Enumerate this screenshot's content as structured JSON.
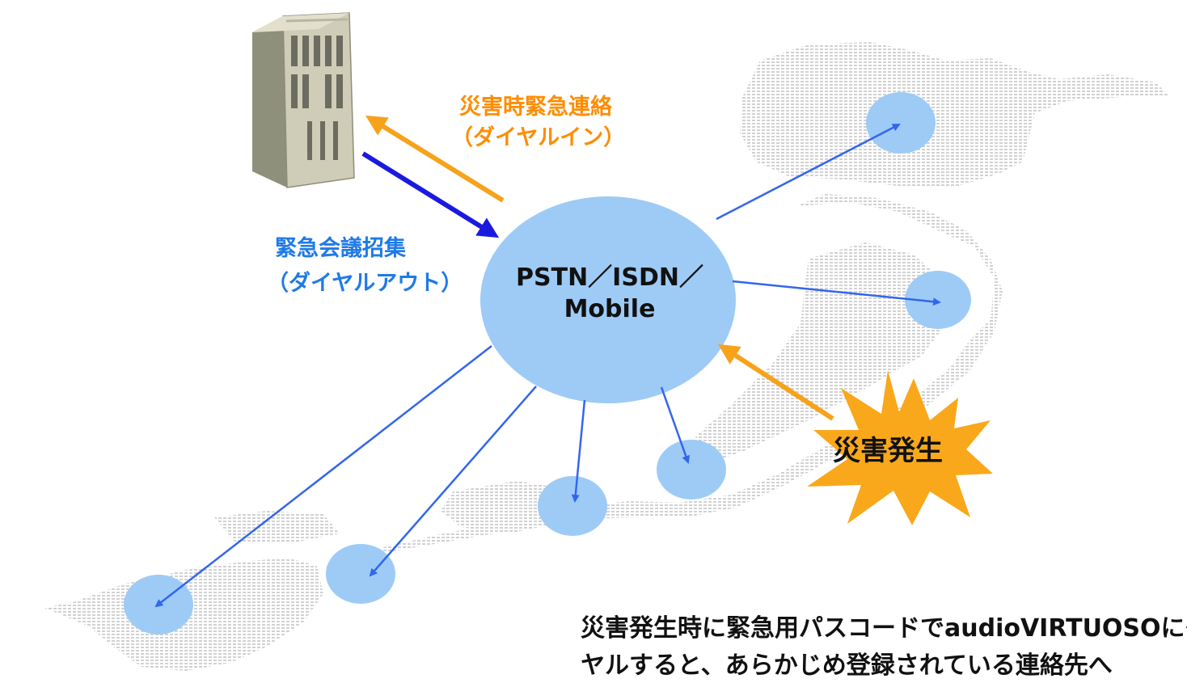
{
  "colors": {
    "accent_orange": "#f7a21b",
    "label_orange": "#ff8c00",
    "label_blue": "#1f7ae8",
    "dial_out_arrow": "#1a1adf",
    "link_arrow": "#3366ee",
    "node_fill": "#9ecbf6",
    "burst_fill": "#f8a81a"
  },
  "icons": {
    "server": "conference-server-rack",
    "burst": "explosion-burst",
    "map": "japan-map"
  },
  "labels": {
    "dial_in_line1": "災害時緊急連絡",
    "dial_in_line2": "（ダイヤルイン）",
    "dial_out_line1": "緊急会議招集",
    "dial_out_line2": "（ダイヤルアウト）",
    "network_line1": "PSTN／ISDN／",
    "network_line2": "Mobile",
    "disaster": "災害発生"
  },
  "caption": {
    "line1": "災害発生時に緊急用パスコードでaudioVIRTUOSOにダイ",
    "line2": "ヤルすると、あらかじめ登録されている連絡先へ"
  }
}
